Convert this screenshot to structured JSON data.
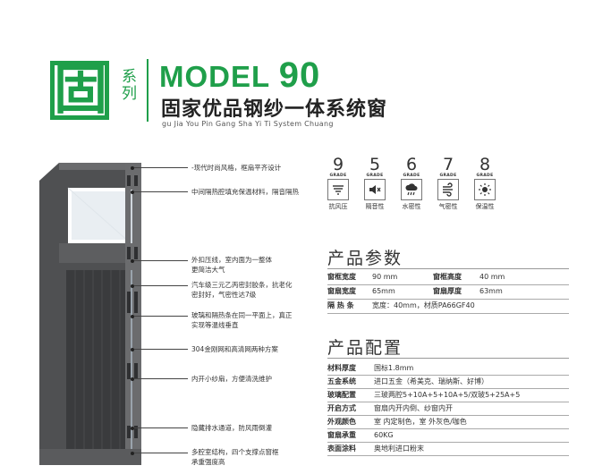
{
  "header": {
    "logo_char": "固",
    "logo_vertical": "系列",
    "model_word": "MODEL",
    "model_number": "90",
    "title_cn": "固家优品钢纱一体系统窗",
    "title_pinyin": "gu Jia You Pin Gang Sha Yi Ti System Chuang"
  },
  "annotations": [
    "-现代时尚风格，框扇平齐设计",
    "中间隔热腔填充保温材料，隔音隔热",
    "外扣压线，室内面为一整体",
    "更简洁大气",
    "汽车级三元乙丙密封胶条，抗老化",
    "密封好，气密性达7级",
    "玻璃和隔热条在同一平面上，真正",
    "实现等温线垂直",
    "304金刚网和高清网两种方案",
    "内开小纱扇，方便清洗维护",
    "隐藏排水通道，防风雨倒灌",
    "多腔室结构，四个支撑点窗框",
    "承重强度高"
  ],
  "grades": [
    {
      "num": "9",
      "word": "GRADE",
      "label": "抗风压",
      "icon": "wind-pressure-icon"
    },
    {
      "num": "5",
      "word": "GRADE",
      "label": "隔音性",
      "icon": "mute-speaker-icon"
    },
    {
      "num": "6",
      "word": "GRADE",
      "label": "水密性",
      "icon": "rain-cloud-icon"
    },
    {
      "num": "7",
      "word": "GRADE",
      "label": "气密性",
      "icon": "wind-lines-icon"
    },
    {
      "num": "8",
      "word": "GRADE",
      "label": "保温性",
      "icon": "sun-icon"
    }
  ],
  "params": {
    "title": "产品参数",
    "rows": [
      {
        "k1": "窗框宽度",
        "v1": "90 mm",
        "k2": "窗框高度",
        "v2": "40 mm"
      },
      {
        "k1": "窗扇宽度",
        "v1": "65mm",
        "k2": "窗扇厚度",
        "v2": "63mm"
      }
    ],
    "insulation_key": "隔 热 条",
    "insulation_val": "宽度：40mm，材质PA66GF40"
  },
  "config": {
    "title": "产品配置",
    "rows": [
      {
        "k": "材料厚度",
        "v": "国标1.8mm"
      },
      {
        "k": "五金系统",
        "v": "进口五金（希美克、瑞纳斯、好博）"
      },
      {
        "k": "玻璃配置",
        "v": "三玻两腔5+10A+5+10A+5/双玻5+25A+5"
      },
      {
        "k": "开启方式",
        "v": "窗扇内开内倒、纱窗内开"
      },
      {
        "k": "外观颜色",
        "v": "室 内定制色，室 外灰色/咖色"
      },
      {
        "k": "窗扇承重",
        "v": "60KG"
      },
      {
        "k": "表面涂料",
        "v": "奥地利进口粉末"
      }
    ]
  },
  "colors": {
    "brand_green": "#1f9f4a",
    "frame_gray": "#5d5e60",
    "text": "#333333"
  }
}
